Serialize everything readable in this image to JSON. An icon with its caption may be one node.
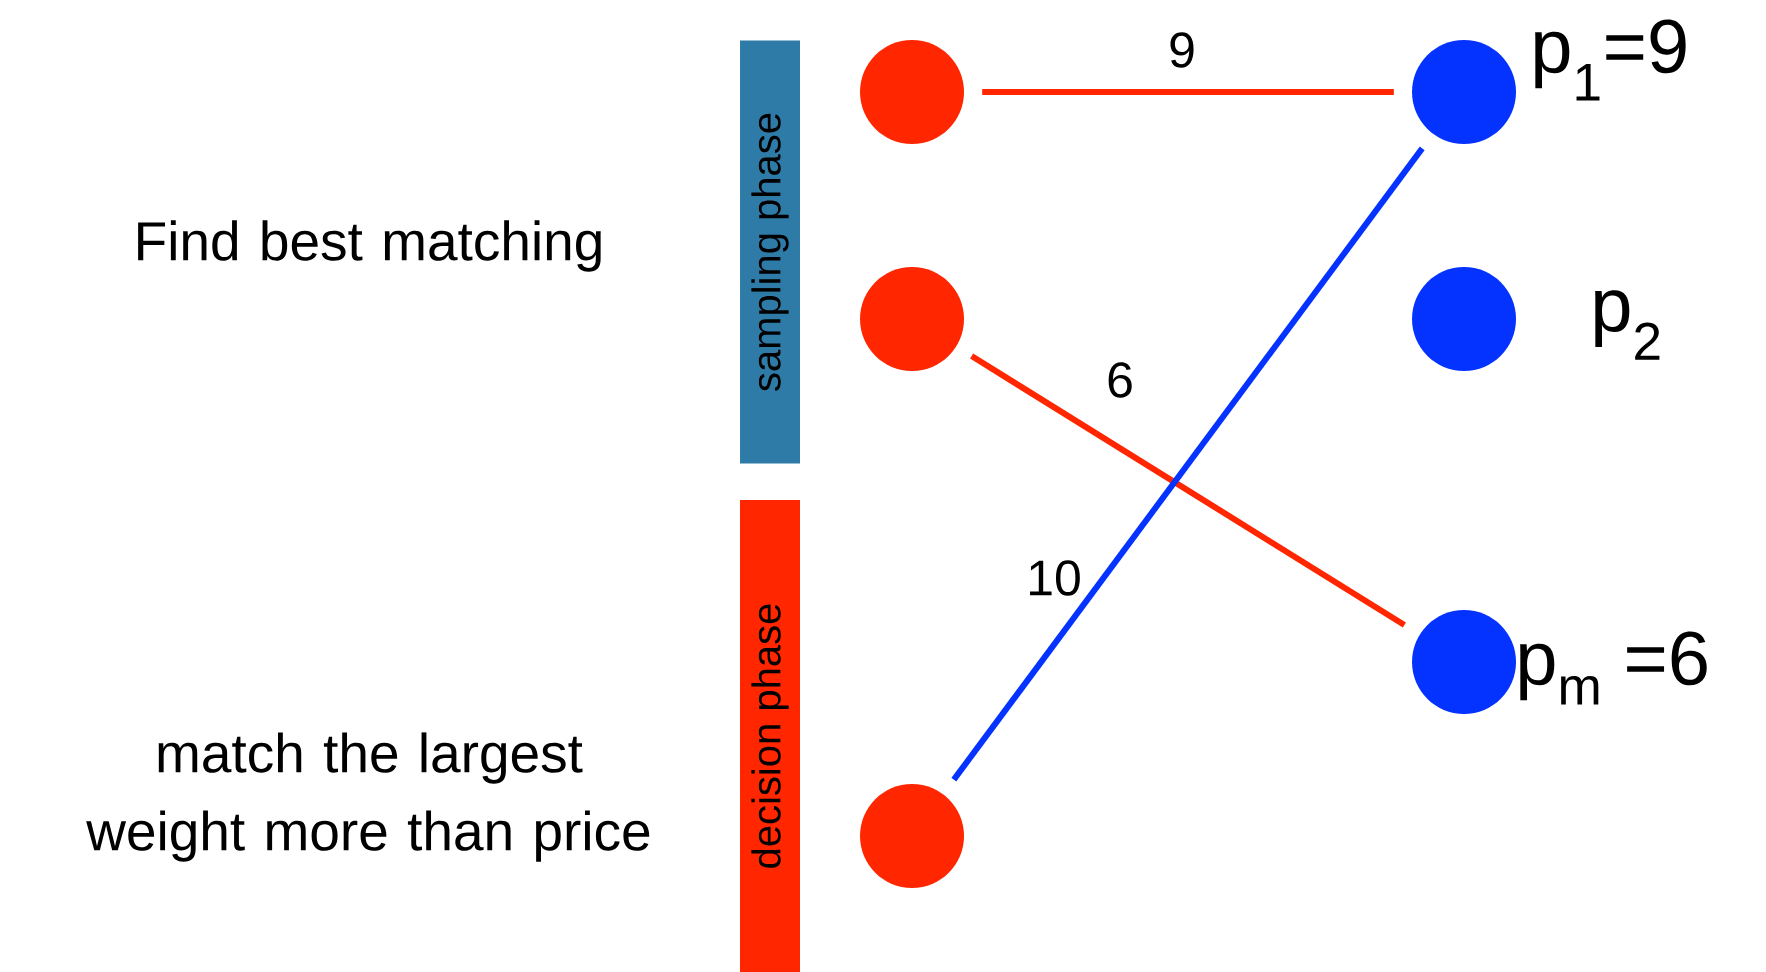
{
  "diagram": {
    "nodes": [
      {
        "text": [
          "sampling phase"
        ]
      },
      {
        "text": [
          "decision phase"
        ]
      },
      {
        "text": [],
        "shape": "circle"
      },
      {
        "text": [],
        "shape": "circle"
      },
      {
        "text": [],
        "shape": "circle"
      },
      {
        "text": [],
        "shape": "circle",
        "beside": [
          "p$_{1}$=9"
        ]
      },
      {
        "text": [],
        "shape": "circle",
        "beside": [
          "p$_{2}$"
        ]
      },
      {
        "text": [],
        "shape": "circle",
        "beside": [
          "p$_{m}$ =6"
        ]
      }
    ],
    "edges": [
      {
        "from": 2,
        "to": 5,
        "arrow": "none",
        "label": "9"
      },
      {
        "from": 3,
        "to": 7,
        "arrow": "none",
        "label": "6"
      },
      {
        "from": 4,
        "to": 5,
        "arrow": "none",
        "label": "10",
        "color": "#0433ff"
      }
    ],
    "labels": [
      "Find best matching",
      "match the largest weight more than price"
    ]
  }
}
